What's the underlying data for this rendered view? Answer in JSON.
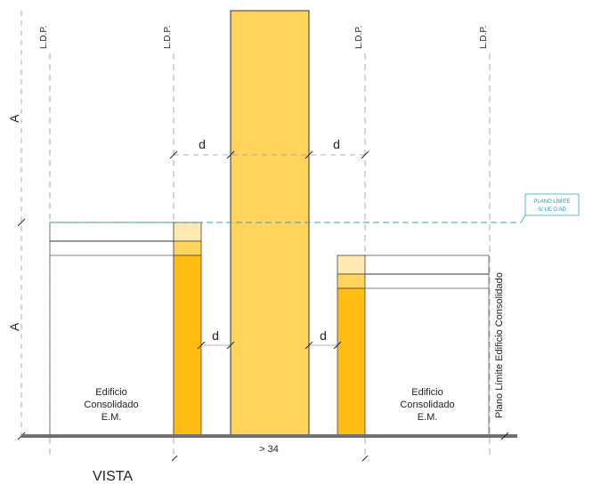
{
  "ldp_label": "L.D.P.",
  "dim_labels": {
    "height_a": "A",
    "gap_d": "d",
    "base_span": "> 34"
  },
  "plano_limite": {
    "line1": "PLANO LÍMITE",
    "line2": "S/ UE O AD",
    "color": "#2aa7b8"
  },
  "side_label": "Plano Límite Edificio Consolidado",
  "left_building": {
    "line1": "Edificio",
    "line2": "Consolidado",
    "line3": "E.M."
  },
  "right_building": {
    "line1": "Edificio",
    "line2": "Consolidado",
    "line3": "E.M."
  },
  "view_title": "VISTA",
  "colors": {
    "tower_fill": "#ffd35c",
    "column_fill": "#ffbd14",
    "column_top_fill": "#ffe9b0",
    "ground": "#707070",
    "guide": "#9a9a9a"
  }
}
